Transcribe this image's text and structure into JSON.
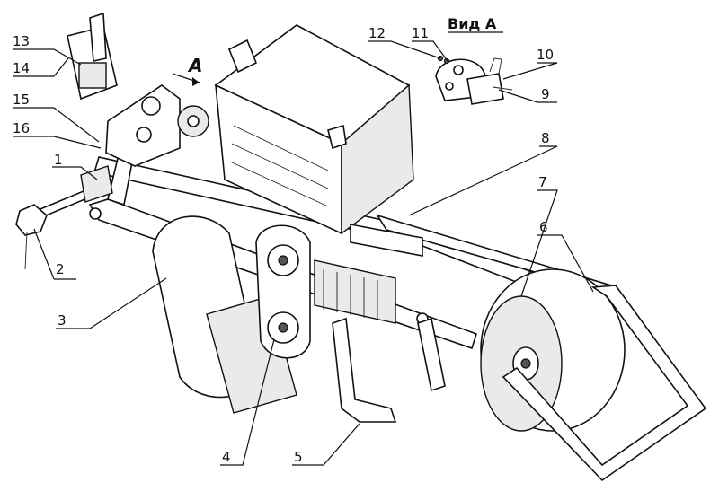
{
  "view_title": "Вид А",
  "direction_label": "А",
  "callouts": [
    "1",
    "2",
    "3",
    "4",
    "5",
    "6",
    "7",
    "8",
    "9",
    "10",
    "11",
    "12",
    "13",
    "14",
    "15",
    "16"
  ]
}
